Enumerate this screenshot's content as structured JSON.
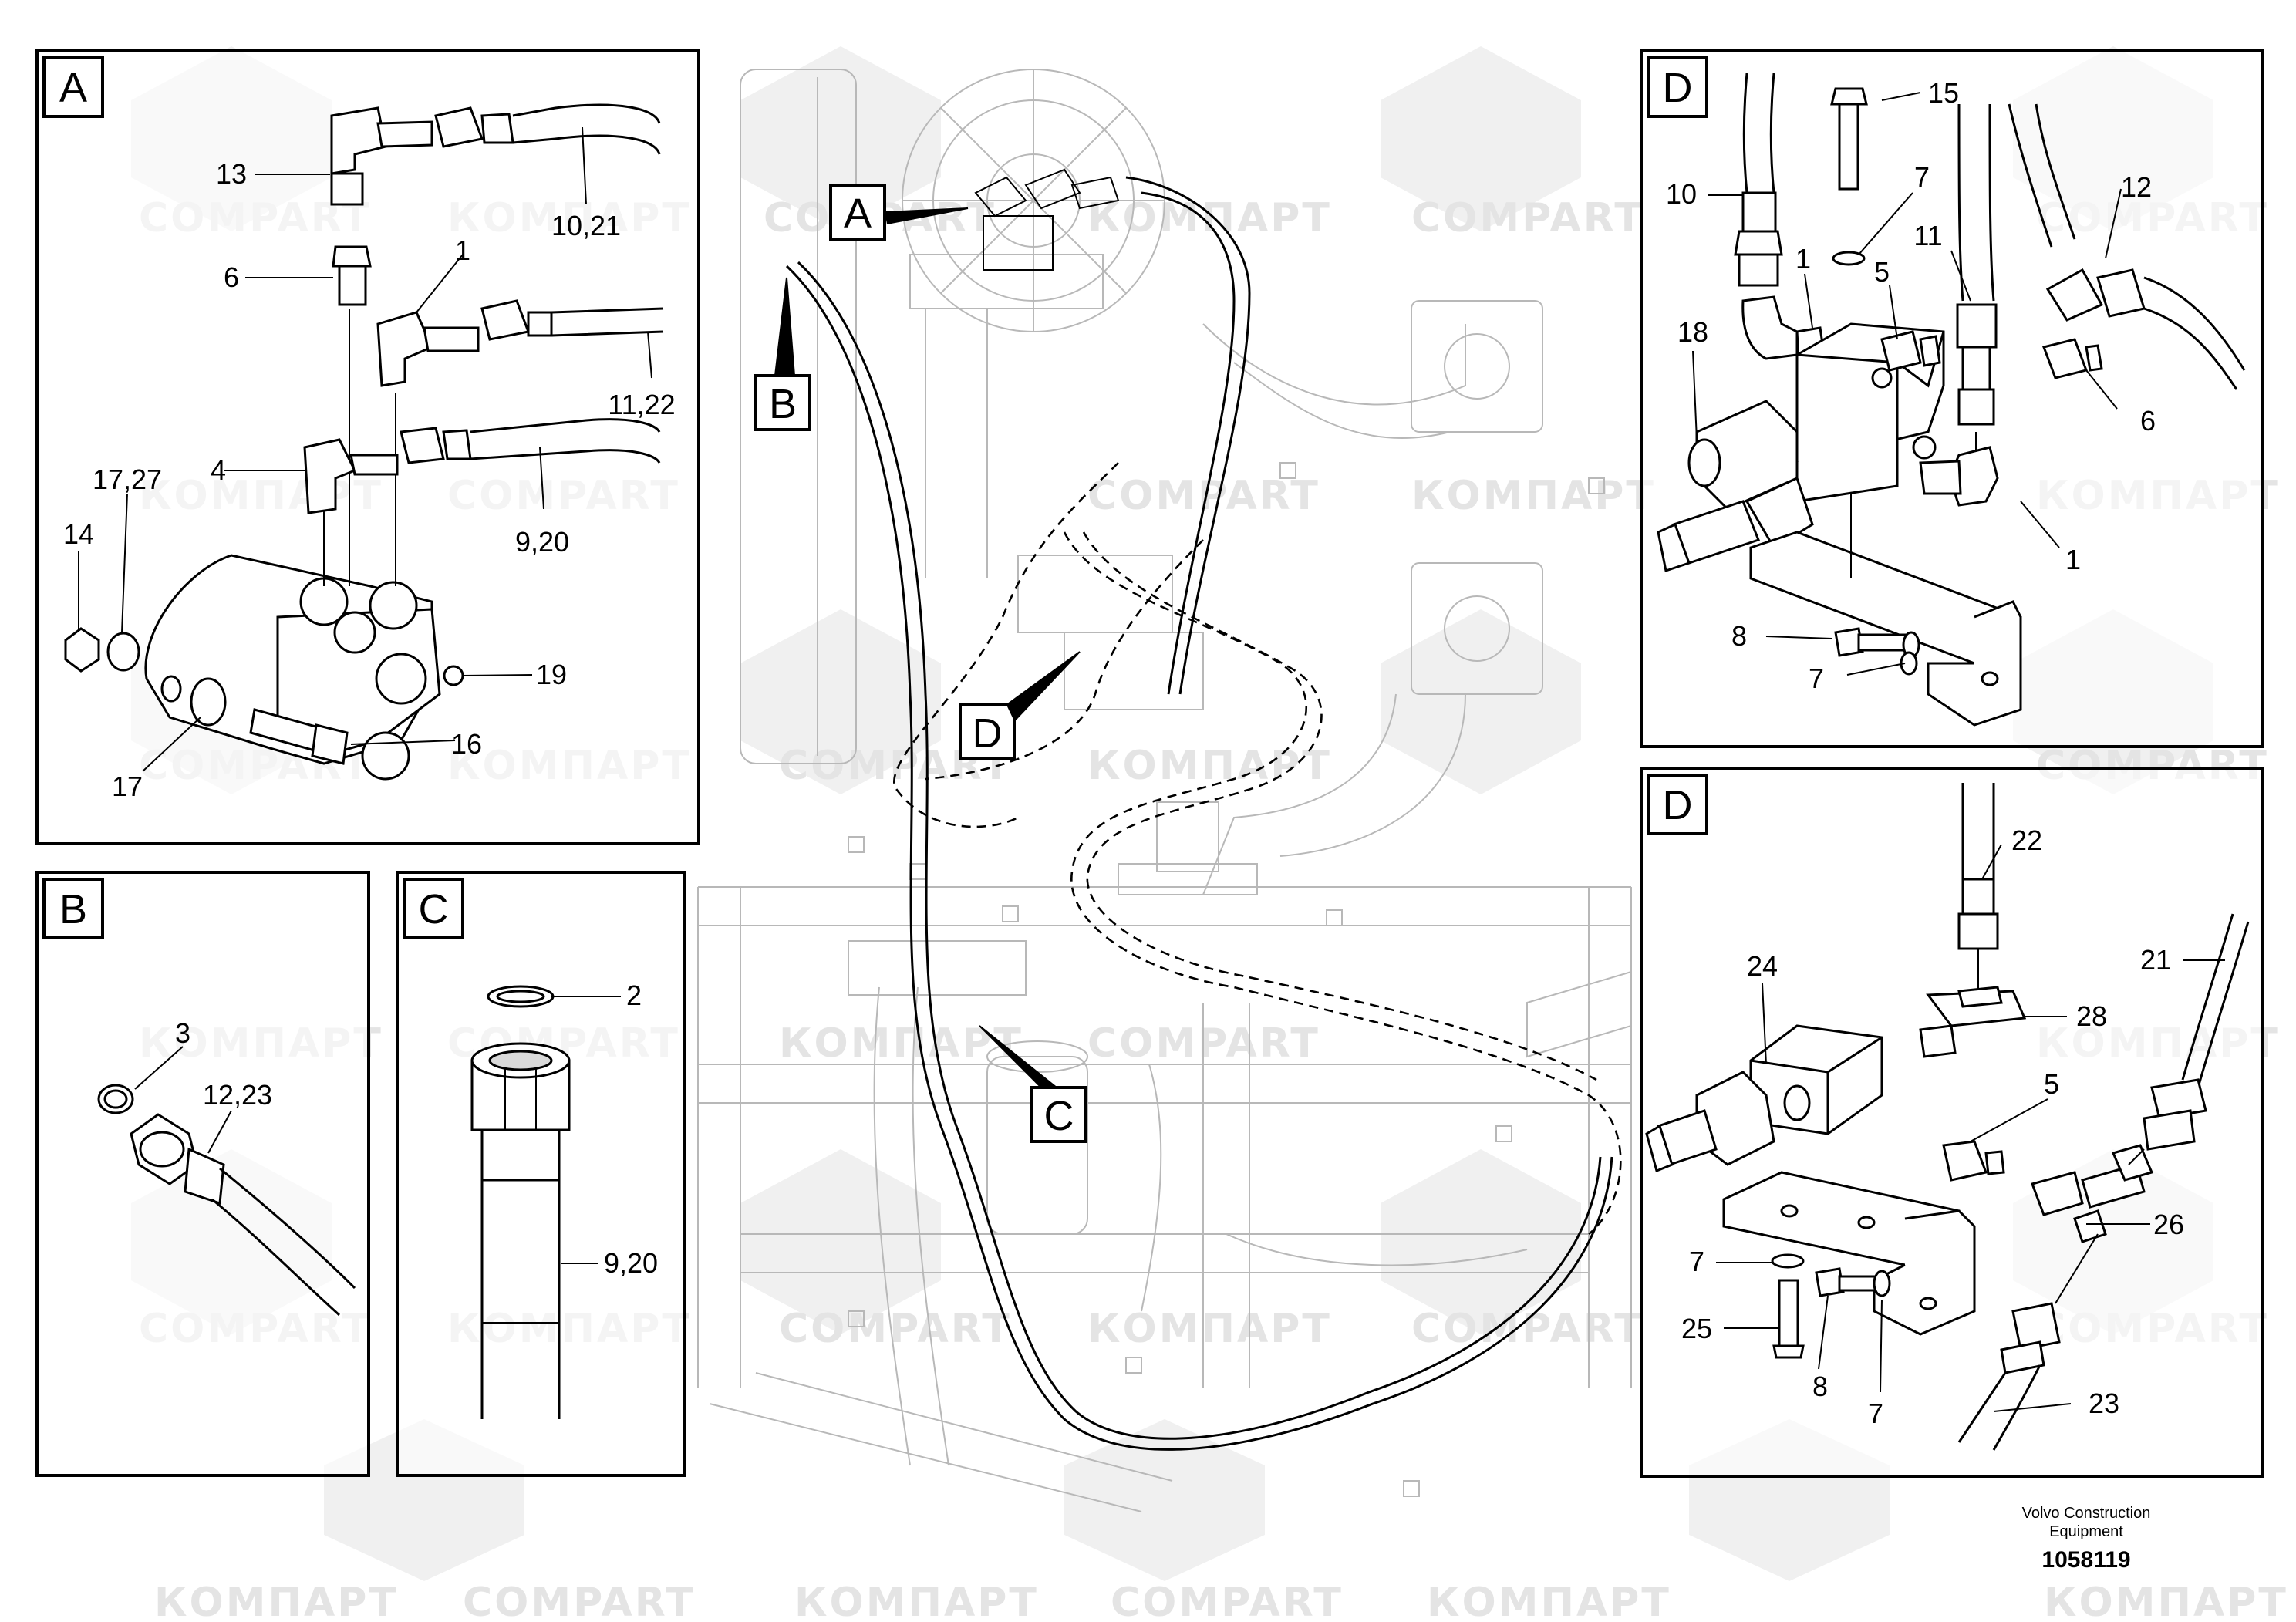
{
  "watermark_texts": [
    "COMPART",
    "КОМПАРТ"
  ],
  "panels": {
    "A": {
      "label": "A"
    },
    "B": {
      "label": "B"
    },
    "C": {
      "label": "C"
    },
    "D_top": {
      "label": "D"
    },
    "D_bottom": {
      "label": "D"
    }
  },
  "main_markers": {
    "A": "A",
    "B": "B",
    "C": "C",
    "D": "D"
  },
  "callouts": {
    "a_13": "13",
    "a_10_21": "10,21",
    "a_6": "6",
    "a_1": "1",
    "a_11_22": "11,22",
    "a_4": "4",
    "a_17_27": "17,27",
    "a_9_20": "9,20",
    "a_14": "14",
    "a_19": "19",
    "a_16": "16",
    "a_17": "17",
    "b_3": "3",
    "b_12_23": "12,23",
    "c_2": "2",
    "c_9_20": "9,20",
    "dt_15": "15",
    "dt_10": "10",
    "dt_7a": "7",
    "dt_12": "12",
    "dt_1a": "1",
    "dt_11": "11",
    "dt_5": "5",
    "dt_18": "18",
    "dt_6": "6",
    "dt_1b": "1",
    "dt_8": "8",
    "dt_7b": "7",
    "db_22": "22",
    "db_21": "21",
    "db_24": "24",
    "db_28": "28",
    "db_5": "5",
    "db_26": "26",
    "db_7a": "7",
    "db_25": "25",
    "db_8": "8",
    "db_7b": "7",
    "db_23": "23"
  },
  "footer": {
    "company_line1": "Volvo Construction",
    "company_line2": "Equipment",
    "drawing_number": "1058119"
  }
}
